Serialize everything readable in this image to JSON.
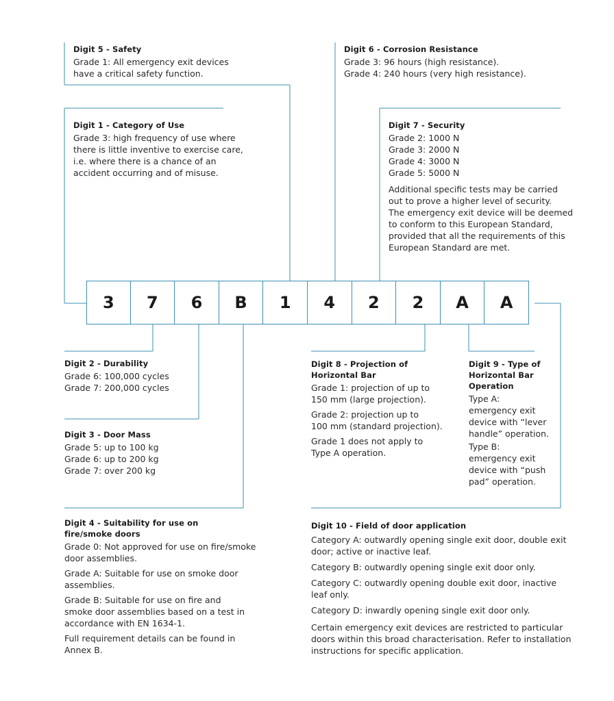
{
  "digits": [
    "3",
    "7",
    "6",
    "B",
    "1",
    "4",
    "2",
    "2",
    "A",
    "A"
  ],
  "digit5": {
    "title": "Digit 5 - Safety",
    "lines": [
      "Grade 1: All emergency exit devices",
      "have a critical safety function."
    ]
  },
  "digit6": {
    "title": "Digit 6 - Corrosion Resistance",
    "lines": [
      "Grade 3: 96 hours (high resistance).",
      "Grade 4: 240 hours (very high resistance)."
    ]
  },
  "digit1": {
    "title": "Digit 1 - Category of Use",
    "lines": [
      "Grade 3: high frequency of use where",
      "there is little inventive to exercise care,",
      "i.e. where there is a chance of an",
      "accident occurring and of misuse."
    ]
  },
  "digit7": {
    "title": "Digit 7 - Security",
    "lines": [
      "Grade 2: 1000 N",
      "Grade 3: 2000 N",
      "Grade 4: 3000 N",
      "Grade 5: 5000 N"
    ],
    "note": [
      "Additional specific tests may be carried",
      "out to  prove a higher level of security.",
      "The emergency exit device will be deemed",
      "to conform to this European Standard,",
      "provided that all the requirements of this",
      "European Standard are met."
    ]
  },
  "digit2": {
    "title": "Digit 2 - Durability",
    "lines": [
      "Grade 6: 100,000 cycles",
      "Grade 7: 200,000 cycles"
    ]
  },
  "digit3": {
    "title": "Digit 3 - Door Mass",
    "lines": [
      "Grade 5: up to 100 kg",
      "Grade 6: up to 200 kg",
      "Grade 7: over 200 kg"
    ]
  },
  "digit8": {
    "title": [
      "Digit 8 - Projection of",
      "Horizontal Bar"
    ],
    "para1": [
      "Grade 1: projection of up to",
      "150 mm (large projection)."
    ],
    "para2": [
      "Grade 2: projection up to",
      "100 mm (standard projection)."
    ],
    "para3": [
      "Grade 1 does not apply to",
      "Type A operation."
    ]
  },
  "digit9": {
    "title": [
      "Digit 9 - Type of",
      "Horizontal Bar",
      "Operation"
    ],
    "para1": [
      "Type A:",
      "emergency exit",
      "device with “lever",
      "handle” operation."
    ],
    "para2": [
      "Type B:",
      "emergency exit",
      "device with “push",
      "pad” operation."
    ]
  },
  "digit4": {
    "title": [
      "Digit 4 - Suitability for use on",
      "fire/smoke doors"
    ],
    "para1": [
      "Grade 0: Not approved for use on fire/smoke",
      "door assemblies."
    ],
    "para2": [
      "Grade A: Suitable for use on smoke door",
      "assemblies."
    ],
    "para3": [
      "Grade B: Suitable for use on fire and",
      "smoke door assemblies based on a test in",
      "accordance with EN 1634-1."
    ],
    "para4": [
      "Full requirement details can be found in",
      "Annex B."
    ]
  },
  "digit10": {
    "title": "Digit 10 - Field of door application",
    "para1": [
      "Category A: outwardly opening single exit door, double exit",
      "door; active or inactive leaf."
    ],
    "para2": [
      "Category B: outwardly opening single exit door only."
    ],
    "para3": [
      "Category C: outwardly opening double exit door, inactive",
      "leaf only."
    ],
    "para4": [
      "Category D: inwardly opening single exit door only."
    ],
    "para5": [
      "Certain emergency exit devices are restricted to particular",
      "doors within this broad characterisation. Refer to installation",
      "instructions for specific application."
    ]
  }
}
